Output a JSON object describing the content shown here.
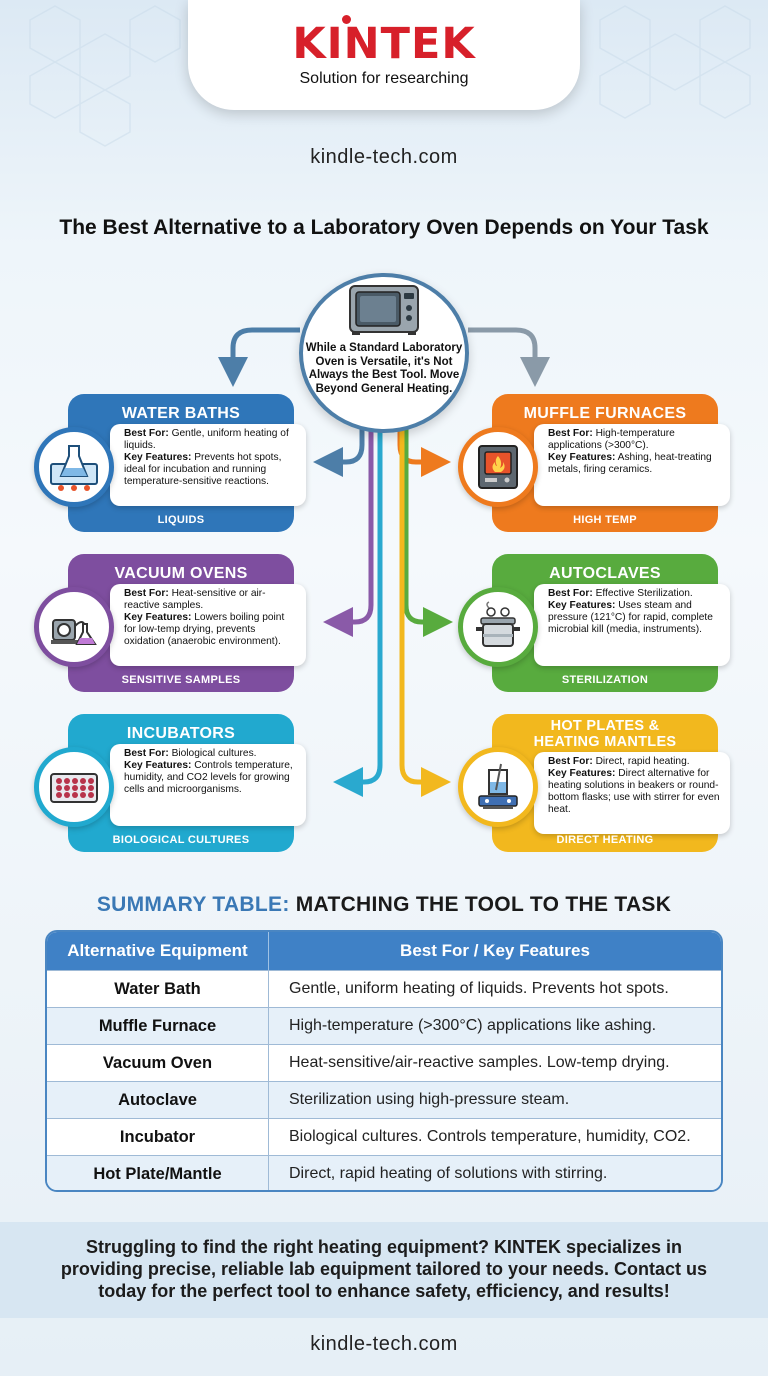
{
  "brand": {
    "logo": "KINTEK",
    "tagline": "Solution for researching"
  },
  "site_url_top": "kindle-tech.com",
  "title": "The Best Alternative to a Laboratory Oven Depends on Your Task",
  "center": {
    "text": "While a Standard Laboratory Oven is Versatile, it's Not Always the Best Tool. Move Beyond General Heating.",
    "icon": "oven-icon"
  },
  "cards": {
    "water_baths": {
      "title": "WATER BATHS",
      "best_label": "Best For:",
      "best": "Gentle, uniform heating of liquids.",
      "key_label": "Key Features:",
      "key": "Prevents hot spots, ideal for incubation and running temperature-sensitive reactions.",
      "footer": "LIQUIDS",
      "icon": "water-bath-icon",
      "color": "#2f76b9"
    },
    "vacuum_ovens": {
      "title": "VACUUM OVENS",
      "best_label": "Best For:",
      "best": "Heat-sensitive or air-reactive samples.",
      "key_label": "Key Features:",
      "key": "Lowers boiling point for low-temp drying, prevents oxidation (anaerobic environment).",
      "footer": "SENSITIVE SAMPLES",
      "icon": "vacuum-pump-icon",
      "color": "#7e4e9f"
    },
    "incubators": {
      "title": "INCUBATORS",
      "best_label": "Best For:",
      "best": "Biological cultures.",
      "key_label": "Key Features:",
      "key": "Controls temperature, humidity, and CO2 levels for growing cells and microorganisms.",
      "footer": "BIOLOGICAL CULTURES",
      "icon": "well-plate-icon",
      "color": "#21a9cf"
    },
    "muffle_furnaces": {
      "title": "MUFFLE FURNACES",
      "best_label": "Best For:",
      "best": "High-temperature applications (>300°C).",
      "key_label": "Key Features:",
      "key": "Ashing, heat-treating metals, firing ceramics.",
      "footer": "HIGH TEMP",
      "icon": "furnace-icon",
      "color": "#ee7a1e"
    },
    "autoclaves": {
      "title": "AUTOCLAVES",
      "best_label": "Best For:",
      "best": "Effective Sterilization.",
      "key_label": "Key Features:",
      "key": "Uses steam and pressure (121°C) for rapid, complete microbial kill (media, instruments).",
      "footer": "STERILIZATION",
      "icon": "autoclave-icon",
      "color": "#58ab3e"
    },
    "hot_plates": {
      "title_line1": "HOT PLATES &",
      "title_line2": "HEATING MANTLES",
      "best_label": "Best For:",
      "best": "Direct, rapid heating.",
      "key_label": "Key Features:",
      "key": "Direct alternative for heating solutions in beakers or round-bottom flasks; use with stirrer for even heat.",
      "footer": "DIRECT HEATING",
      "icon": "hot-plate-icon",
      "color": "#f2b81e"
    }
  },
  "summary": {
    "title_accent": "SUMMARY TABLE:",
    "title_rest": "MATCHING THE TOOL TO THE TASK",
    "headers": [
      "Alternative Equipment",
      "Best For / Key Features"
    ],
    "rows": [
      [
        "Water Bath",
        "Gentle, uniform heating of liquids. Prevents hot spots."
      ],
      [
        "Muffle Furnace",
        "High-temperature (>300°C) applications like ashing."
      ],
      [
        "Vacuum Oven",
        "Heat-sensitive/air-reactive samples. Low-temp drying."
      ],
      [
        "Autoclave",
        "Sterilization using high-pressure steam."
      ],
      [
        "Incubator",
        "Biological cultures. Controls temperature, humidity, CO2."
      ],
      [
        "Hot Plate/Mantle",
        "Direct, rapid heating of solutions with stirring."
      ]
    ]
  },
  "cta": {
    "line1": "Struggling to find the right heating equipment? KINTEK specializes in",
    "line2": "providing precise, reliable lab equipment tailored to your needs. Contact us",
    "line3": "today for the perfect tool to enhance safety, efficiency, and results!"
  },
  "site_url_bottom": "kindle-tech.com"
}
